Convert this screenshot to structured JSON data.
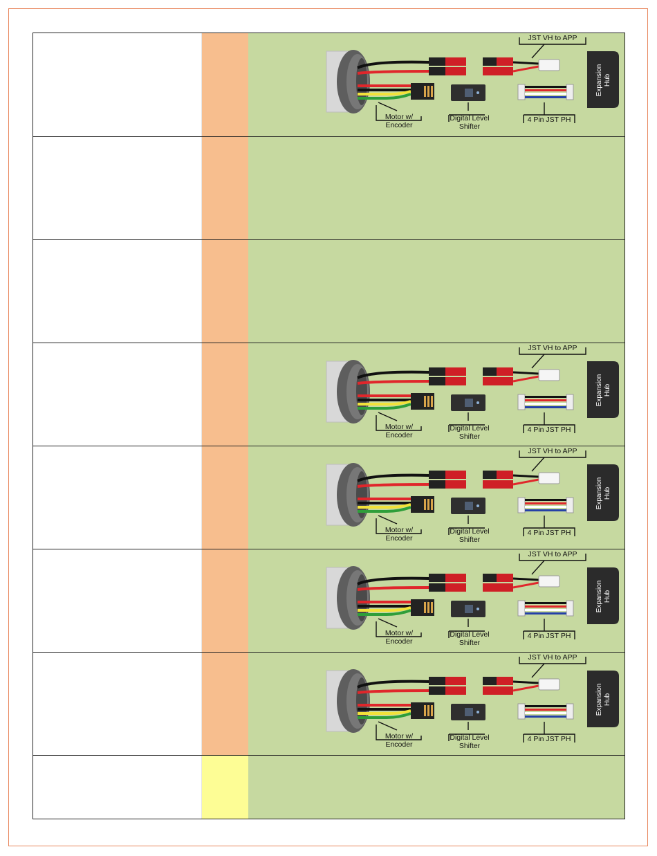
{
  "rows": [
    {
      "status": "orange",
      "has_diagram": true
    },
    {
      "status": "orange",
      "has_diagram": false
    },
    {
      "status": "orange",
      "has_diagram": false
    },
    {
      "status": "orange",
      "has_diagram": true
    },
    {
      "status": "orange",
      "has_diagram": true
    },
    {
      "status": "orange",
      "has_diagram": true
    },
    {
      "status": "orange",
      "has_diagram": true
    },
    {
      "status": "yellow",
      "has_diagram": false
    }
  ],
  "diagram": {
    "jst_vh_label": "JST VH to APP",
    "hub_line1": "Expansion",
    "hub_line2": "Hub",
    "motor_line1": "Motor w/",
    "motor_line2": "Encoder",
    "shifter_line1": "Digital Level",
    "shifter_line2": "Shifter",
    "jst_ph_label": "4 Pin JST PH"
  },
  "colors": {
    "page_border": "#e8845a",
    "status_orange": "#f7be8e",
    "status_yellow": "#fdfd95",
    "diagram_bg": "#c6d9a0",
    "hub_box": "#2b2b2b",
    "wire_red": "#e0262b",
    "wire_black": "#111111",
    "wire_yellow": "#f2e23a",
    "wire_green": "#2e9e3a",
    "wire_blue": "#2440a8"
  }
}
